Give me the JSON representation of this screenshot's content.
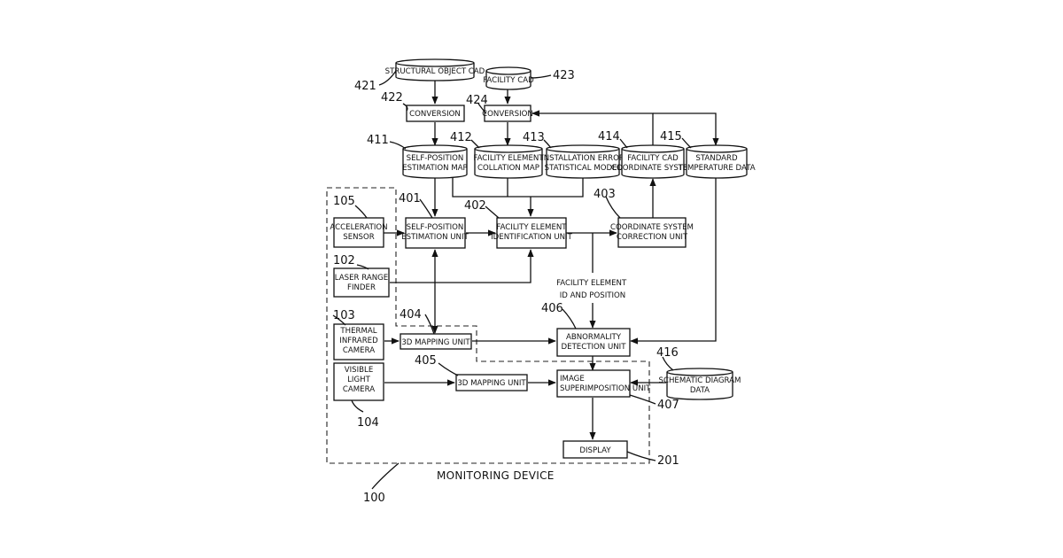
{
  "blocks": {
    "structural_cad": [
      "STRUCTURAL OBJECT CAD"
    ],
    "facility_cad": [
      "FACILITY CAD"
    ],
    "conversion_422": [
      "CONVERSION"
    ],
    "conversion_424": [
      "CONVERSION"
    ],
    "self_position_map": [
      "SELF-POSITION",
      "ESTIMATION MAP"
    ],
    "collation_map": [
      "FACILITY ELEMENT",
      "COLLATION MAP"
    ],
    "install_error": [
      "INSTALLATION ERROR",
      "STATISTICAL MODEL"
    ],
    "facility_cad_coord": [
      "FACILITY CAD",
      "COORDINATE SYSTEM"
    ],
    "std_temp": [
      "STANDARD",
      "TEMPERATURE DATA"
    ],
    "accel": [
      "ACCELERATION",
      "SENSOR"
    ],
    "self_position_unit": [
      "SELF-POSITION",
      "ESTIMATION UNIT"
    ],
    "identification_unit": [
      "FACILITY ELEMENT",
      "IDENTIFICATION UNIT"
    ],
    "coord_correction": [
      "COORDINATE SYSTEM",
      "CORRECTION UNIT"
    ],
    "laser": [
      "LASER RANGE",
      "FINDER"
    ],
    "thermal": [
      "THERMAL",
      "INFRARED",
      "CAMERA"
    ],
    "mapping_404": [
      "3D MAPPING UNIT"
    ],
    "abnormality": [
      "ABNORMALITY",
      "DETECTION UNIT"
    ],
    "visible": [
      "VISIBLE",
      "LIGHT",
      "CAMERA"
    ],
    "mapping_405": [
      "3D MAPPING UNIT"
    ],
    "superimposition": [
      "IMAGE",
      "SUPERIMPOSITION UNIT"
    ],
    "schematic": [
      "SCHEMATIC DIAGRAM",
      "DATA"
    ],
    "display": [
      "DISPLAY"
    ]
  },
  "refs": {
    "r421": "421",
    "r422": "422",
    "r423": "423",
    "r424": "424",
    "r411": "411",
    "r412": "412",
    "r413": "413",
    "r414": "414",
    "r415": "415",
    "r105": "105",
    "r401": "401",
    "r402": "402",
    "r403": "403",
    "r102": "102",
    "r103": "103",
    "r404": "404",
    "r406": "406",
    "r405": "405",
    "r416": "416",
    "r407": "407",
    "r104": "104",
    "r201": "201",
    "r100": "100"
  },
  "captions": {
    "facility_id": [
      "FACILITY ELEMENT",
      "ID AND POSITION"
    ],
    "monitoring": "MONITORING DEVICE"
  }
}
